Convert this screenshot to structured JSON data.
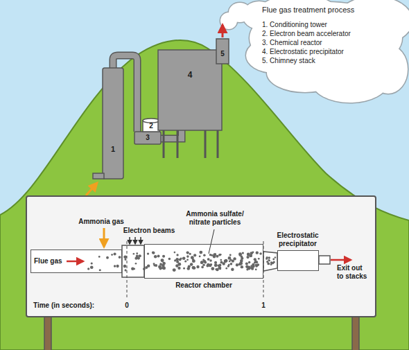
{
  "diagram": {
    "title": "Flue gas treatment process",
    "nodes": [
      {
        "text": [
          "Flue gas"
        ]
      },
      {
        "text": [
          "Reactor chamber"
        ]
      },
      {
        "text": [
          "Electrostatic precipitator"
        ]
      }
    ],
    "edges": [
      {
        "from": 0,
        "to": 1,
        "arrow": "none"
      },
      {
        "from": 1,
        "to": 2,
        "arrow": "none"
      }
    ],
    "labels": [
      "1. Conditioning tower",
      "2. Electron beam accelerator",
      "3. Chemical reactor",
      "4. Electrostatic precipitator",
      "5. Chimney stack",
      "1",
      "2",
      "3",
      "4",
      "5",
      "Ammonia gas",
      "Electron beams",
      "Ammonia sulfate/ nitrate particles",
      "Exit out to stacks",
      "Time (in seconds):",
      "0",
      "1"
    ]
  }
}
